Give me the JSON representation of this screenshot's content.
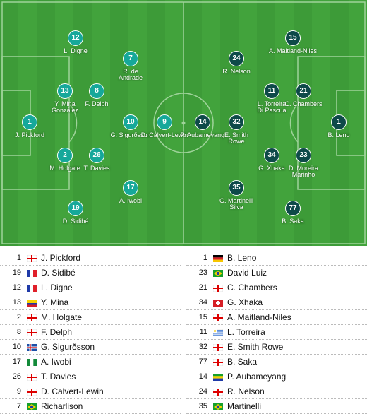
{
  "home_pitch": [
    {
      "number": "1",
      "label": "J. Pickford"
    },
    {
      "number": "12",
      "label": "L. Digne"
    },
    {
      "number": "13",
      "label": "Y. Mina\nGonzález"
    },
    {
      "number": "8",
      "label": "F. Delph"
    },
    {
      "number": "2",
      "label": "M. Holgate"
    },
    {
      "number": "26",
      "label": "T. Davies"
    },
    {
      "number": "19",
      "label": "D. Sidibé"
    },
    {
      "number": "7",
      "label": "R. de\nAndrade"
    },
    {
      "number": "10",
      "label": "G. Sigurðsson"
    },
    {
      "number": "17",
      "label": "A. Iwobi"
    },
    {
      "number": "9",
      "label": "D. Calvert-Lewin"
    }
  ],
  "away_pitch": [
    {
      "number": "15",
      "label": "A. Maitland-Niles"
    },
    {
      "number": "24",
      "label": "R. Nelson"
    },
    {
      "number": "11",
      "label": "L. Torreira\nDi Pascua"
    },
    {
      "number": "21",
      "label": "C. Chambers"
    },
    {
      "number": "14",
      "label": "P. Aubameyang"
    },
    {
      "number": "32",
      "label": "E. Smith\nRowe"
    },
    {
      "number": "1",
      "label": "B. Leno"
    },
    {
      "number": "34",
      "label": "G. Xhaka"
    },
    {
      "number": "23",
      "label": "D. Moreira\nMarinho"
    },
    {
      "number": "35",
      "label": "G. Martinelli\nSilva"
    },
    {
      "number": "77",
      "label": "B. Saka"
    }
  ],
  "home_list": [
    {
      "number": "1",
      "name": "J. Pickford",
      "flag": "england"
    },
    {
      "number": "19",
      "name": "D. Sidibé",
      "flag": "france"
    },
    {
      "number": "12",
      "name": "L. Digne",
      "flag": "france"
    },
    {
      "number": "13",
      "name": "Y. Mina",
      "flag": "colombia"
    },
    {
      "number": "2",
      "name": "M. Holgate",
      "flag": "england"
    },
    {
      "number": "8",
      "name": "F. Delph",
      "flag": "england"
    },
    {
      "number": "10",
      "name": "G. Sigurðsson",
      "flag": "iceland"
    },
    {
      "number": "17",
      "name": "A. Iwobi",
      "flag": "nigeria"
    },
    {
      "number": "26",
      "name": "T. Davies",
      "flag": "england"
    },
    {
      "number": "9",
      "name": "D. Calvert-Lewin",
      "flag": "england"
    },
    {
      "number": "7",
      "name": "Richarlison",
      "flag": "brazil"
    }
  ],
  "away_list": [
    {
      "number": "1",
      "name": "B. Leno",
      "flag": "germany"
    },
    {
      "number": "23",
      "name": "David Luiz",
      "flag": "brazil"
    },
    {
      "number": "21",
      "name": "C. Chambers",
      "flag": "england"
    },
    {
      "number": "34",
      "name": "G. Xhaka",
      "flag": "switzerland"
    },
    {
      "number": "15",
      "name": "A. Maitland-Niles",
      "flag": "england"
    },
    {
      "number": "11",
      "name": "L. Torreira",
      "flag": "uruguay"
    },
    {
      "number": "32",
      "name": "E. Smith Rowe",
      "flag": "england"
    },
    {
      "number": "77",
      "name": "B. Saka",
      "flag": "england"
    },
    {
      "number": "14",
      "name": "P. Aubameyang",
      "flag": "gabon"
    },
    {
      "number": "24",
      "name": "R. Nelson",
      "flag": "england"
    },
    {
      "number": "35",
      "name": "Martinelli",
      "flag": "brazil"
    }
  ],
  "colors": {
    "home": "#16a89a",
    "away": "#0e4a49",
    "pitch": "#3d9b38"
  }
}
